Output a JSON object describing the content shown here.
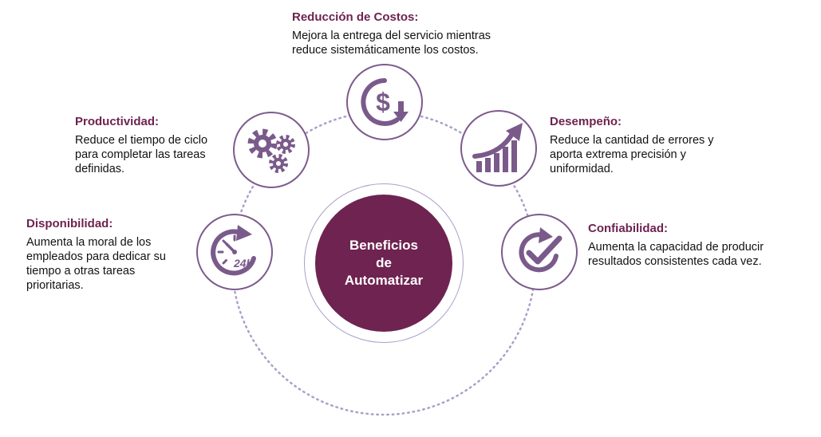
{
  "colors": {
    "accent": "#6e2350",
    "icon": "#7a5a8b",
    "ring": "#a9a0c9"
  },
  "center": {
    "line1": "Beneficios",
    "line2": "de",
    "line3": "Automatizar"
  },
  "benefits": [
    {
      "icon": "dollar-down-icon",
      "title": "Reducción de Costos:",
      "lines": [
        "Mejora la entrega del servicio mientras",
        "reduce sistemáticamente los costos."
      ]
    },
    {
      "icon": "gears-icon",
      "title": "Productividad:",
      "lines": [
        "Reduce el tiempo de ciclo",
        "para completar las tareas",
        "definidas."
      ]
    },
    {
      "icon": "growth-chart-icon",
      "title": "Desempeño:",
      "lines": [
        "Reduce la cantidad de errores y",
        "aporta extrema precisión y",
        "uniformidad."
      ]
    },
    {
      "icon": "clock-24h-icon",
      "title": "Disponibilidad:",
      "lines": [
        "Aumenta la moral de los",
        "empleados para dedicar su",
        "tiempo a otras tareas",
        "prioritarias."
      ],
      "clock_text": "24h"
    },
    {
      "icon": "check-refresh-icon",
      "title": "Confiabilidad:",
      "lines": [
        "Aumenta la capacidad de producir",
        "resultados consistentes cada vez."
      ]
    }
  ]
}
